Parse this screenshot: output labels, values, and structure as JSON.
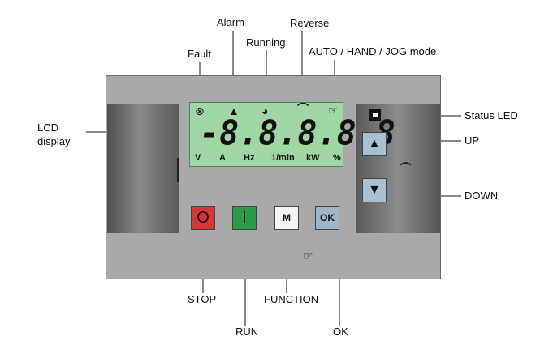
{
  "callouts": {
    "fault": "Fault",
    "alarm": "Alarm",
    "running": "Running",
    "reverse": "Reverse",
    "mode": "AUTO / HAND / JOG mode",
    "lcd_line1": "LCD",
    "lcd_line2": "display",
    "status_led": "Status LED",
    "up": "UP",
    "down": "DOWN",
    "stop": "STOP",
    "run": "RUN",
    "function": "FUNCTION",
    "ok": "OK"
  },
  "lcd": {
    "digits": "-8.8.8.8.8",
    "units": [
      "V",
      "A",
      "Hz",
      "1/min",
      "kW",
      "%"
    ]
  },
  "indicators": {
    "fault": "⊗",
    "alarm": "▲",
    "running": "◕",
    "reverse": "⌒",
    "hand": "☞"
  },
  "buttons": {
    "stop": "O",
    "run": "I",
    "function": "M",
    "ok": "OK",
    "up": "▲",
    "down": "▼"
  },
  "icons": [
    "fault-icon",
    "alarm-icon",
    "running-icon",
    "reverse-icon",
    "hand-icon",
    "status-led-icon",
    "up-arrow-icon",
    "down-arrow-icon"
  ]
}
